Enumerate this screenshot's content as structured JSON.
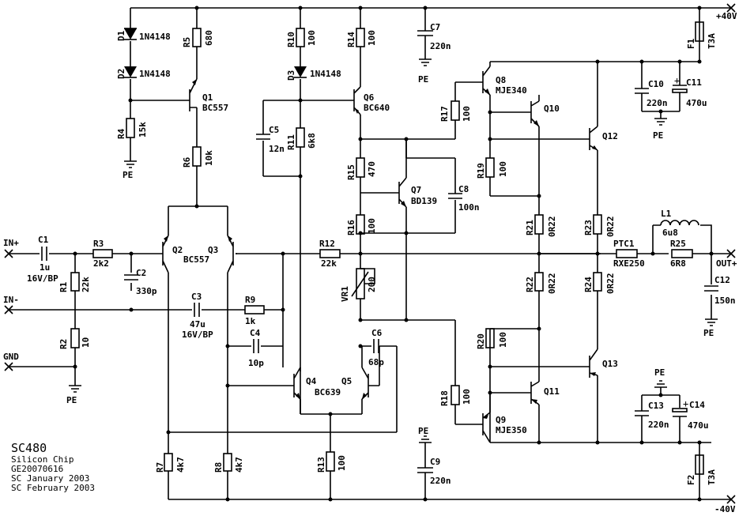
{
  "rails": {
    "positive": "+40V",
    "negative": "-40V"
  },
  "terminals": {
    "in_plus": "IN+",
    "in_minus": "IN-",
    "gnd": "GND",
    "out_plus": "OUT+"
  },
  "ground_label": "PE",
  "title_block": [
    "SC480",
    "Silicon Chip",
    "GE20070616",
    "SC January 2003",
    "SC February 2003"
  ],
  "components": {
    "D1": {
      "ref": "D1",
      "value": "1N4148"
    },
    "D2": {
      "ref": "D2",
      "value": "1N4148"
    },
    "D3": {
      "ref": "D3",
      "value": "1N4148"
    },
    "R1": {
      "ref": "R1",
      "value": "22k"
    },
    "R2": {
      "ref": "R2",
      "value": "10"
    },
    "R3": {
      "ref": "R3",
      "value": "2k2"
    },
    "R4": {
      "ref": "R4",
      "value": "15k"
    },
    "R5": {
      "ref": "R5",
      "value": "680"
    },
    "R6": {
      "ref": "R6",
      "value": "10k"
    },
    "R7": {
      "ref": "R7",
      "value": "4k7"
    },
    "R8": {
      "ref": "R8",
      "value": "4k7"
    },
    "R9": {
      "ref": "R9",
      "value": "1k"
    },
    "R10": {
      "ref": "R10",
      "value": "100"
    },
    "R11": {
      "ref": "R11",
      "value": "6k8"
    },
    "R12": {
      "ref": "R12",
      "value": "22k"
    },
    "R13": {
      "ref": "R13",
      "value": "100"
    },
    "R14": {
      "ref": "R14",
      "value": "100"
    },
    "R15": {
      "ref": "R15",
      "value": "470"
    },
    "R16": {
      "ref": "R16",
      "value": "100"
    },
    "R17": {
      "ref": "R17",
      "value": "100"
    },
    "R18": {
      "ref": "R18",
      "value": "100"
    },
    "R19": {
      "ref": "R19",
      "value": "100"
    },
    "R20": {
      "ref": "R20",
      "value": "100"
    },
    "R21": {
      "ref": "R21",
      "value": "0R22"
    },
    "R22": {
      "ref": "R22",
      "value": "0R22"
    },
    "R23": {
      "ref": "R23",
      "value": "0R22"
    },
    "R24": {
      "ref": "R24",
      "value": "0R22"
    },
    "R25": {
      "ref": "R25",
      "value": "6R8"
    },
    "VR1": {
      "ref": "VR1",
      "value": "200"
    },
    "C1": {
      "ref": "C1",
      "value": "1u",
      "value2": "16V/BP"
    },
    "C2": {
      "ref": "C2",
      "value": "330p"
    },
    "C3": {
      "ref": "C3",
      "value": "47u",
      "value2": "16V/BP"
    },
    "C4": {
      "ref": "C4",
      "value": "10p"
    },
    "C5": {
      "ref": "C5",
      "value": "12n"
    },
    "C6": {
      "ref": "C6",
      "value": "68p"
    },
    "C7": {
      "ref": "C7",
      "value": "220n"
    },
    "C8": {
      "ref": "C8",
      "value": "100n"
    },
    "C9": {
      "ref": "C9",
      "value": "220n"
    },
    "C10": {
      "ref": "C10",
      "value": "220n"
    },
    "C11": {
      "ref": "C11",
      "value": "470u"
    },
    "C12": {
      "ref": "C12",
      "value": "150n"
    },
    "C13": {
      "ref": "C13",
      "value": "220n"
    },
    "C14": {
      "ref": "C14",
      "value": "470u"
    },
    "L1": {
      "ref": "L1",
      "value": "6u8"
    },
    "PTC1": {
      "ref": "PTC1",
      "value": "RXE250"
    },
    "F1": {
      "ref": "F1",
      "value": "T3A"
    },
    "F2": {
      "ref": "F2",
      "value": "T3A"
    },
    "Q1": {
      "ref": "Q1",
      "value": "BC557"
    },
    "Q23": {
      "ref": "Q2",
      "ref2": "Q3",
      "value": "BC557"
    },
    "Q45": {
      "ref": "Q4",
      "ref2": "Q5",
      "value": "BC639"
    },
    "Q6": {
      "ref": "Q6",
      "value": "BC640"
    },
    "Q7": {
      "ref": "Q7",
      "value": "BD139"
    },
    "Q8": {
      "ref": "Q8",
      "value": "MJE340"
    },
    "Q9": {
      "ref": "Q9",
      "value": "MJE350"
    },
    "Q10": {
      "ref": "Q10"
    },
    "Q11": {
      "ref": "Q11"
    },
    "Q12": {
      "ref": "Q12"
    },
    "Q13": {
      "ref": "Q13"
    }
  }
}
